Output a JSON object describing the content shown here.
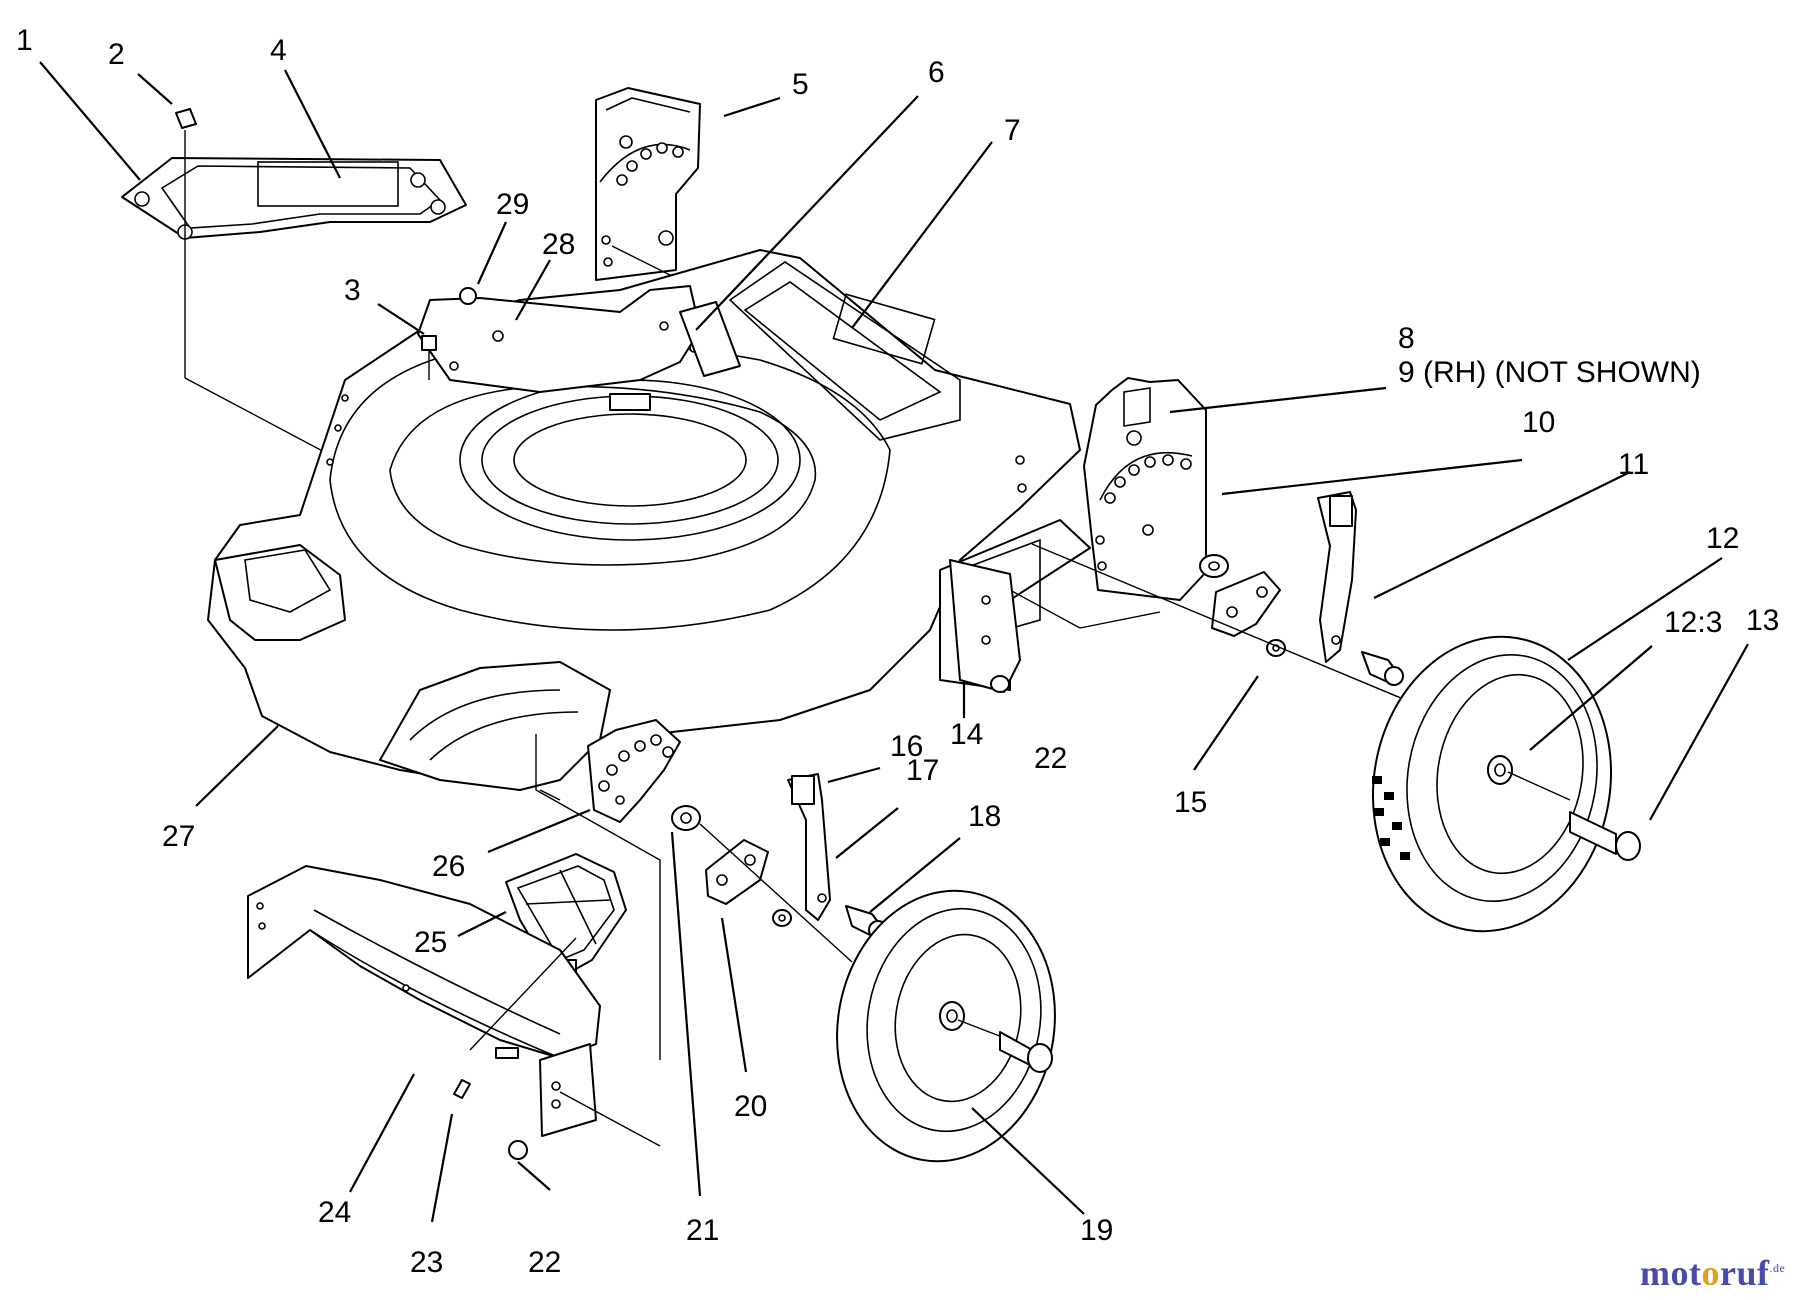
{
  "diagram": {
    "callouts": [
      {
        "id": "c1",
        "text": "1"
      },
      {
        "id": "c2",
        "text": "2"
      },
      {
        "id": "c3",
        "text": "3"
      },
      {
        "id": "c4",
        "text": "4"
      },
      {
        "id": "c5",
        "text": "5"
      },
      {
        "id": "c6",
        "text": "6"
      },
      {
        "id": "c7",
        "text": "7"
      },
      {
        "id": "c8",
        "text": "8"
      },
      {
        "id": "c10",
        "text": "10"
      },
      {
        "id": "c11",
        "text": "11"
      },
      {
        "id": "c12",
        "text": "12"
      },
      {
        "id": "c12_3",
        "text": "12:3"
      },
      {
        "id": "c13",
        "text": "13"
      },
      {
        "id": "c14",
        "text": "14"
      },
      {
        "id": "c15",
        "text": "15"
      },
      {
        "id": "c16",
        "text": "16"
      },
      {
        "id": "c17",
        "text": "17"
      },
      {
        "id": "c18",
        "text": "18"
      },
      {
        "id": "c19",
        "text": "19"
      },
      {
        "id": "c20",
        "text": "20"
      },
      {
        "id": "c21",
        "text": "21"
      },
      {
        "id": "c22a",
        "text": "22"
      },
      {
        "id": "c22b",
        "text": "22"
      },
      {
        "id": "c23",
        "text": "23"
      },
      {
        "id": "c24",
        "text": "24"
      },
      {
        "id": "c25",
        "text": "25"
      },
      {
        "id": "c26",
        "text": "26"
      },
      {
        "id": "c27",
        "text": "27"
      },
      {
        "id": "c28",
        "text": "28"
      },
      {
        "id": "c29",
        "text": "29"
      }
    ],
    "note_9": "9 (RH) (NOT SHOWN)"
  },
  "watermark": {
    "brand_prefix": "mot",
    "brand_o": "o",
    "brand_suffix": "ruf",
    "brand_tld": ".de"
  }
}
